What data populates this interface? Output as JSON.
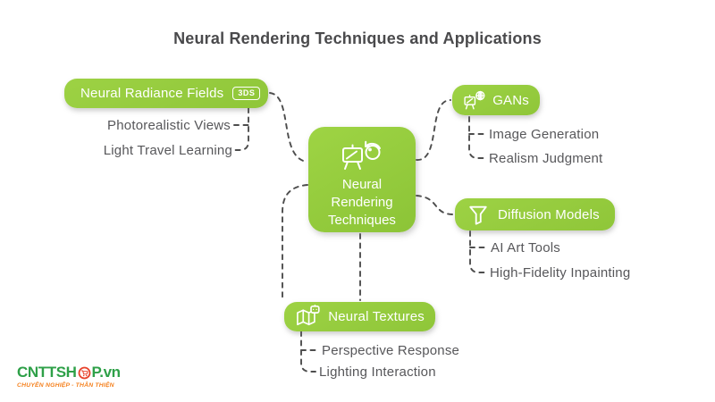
{
  "title": "Neural Rendering Techniques and Applications",
  "center": {
    "label": "Neural Rendering Techniques",
    "icon": "easel-palette-refresh-icon"
  },
  "branches": [
    {
      "id": "neural-radiance-fields",
      "label": "Neural Radiance Fields",
      "badge": "3DS",
      "icon": "3ds-badge-icon",
      "children": [
        "Photorealistic Views",
        "Light Travel Learning"
      ]
    },
    {
      "id": "gans",
      "label": "GANs",
      "icon": "easel-globe-icon",
      "children": [
        "Image Generation",
        "Realism Judgment"
      ]
    },
    {
      "id": "diffusion-models",
      "label": "Diffusion Models",
      "icon": "funnel-icon",
      "children": [
        "AI Art Tools",
        "High-Fidelity Inpainting"
      ]
    },
    {
      "id": "neural-textures",
      "label": "Neural Textures",
      "icon": "map-robot-icon",
      "children": [
        "Perspective Response",
        "Lighting Interaction"
      ]
    }
  ],
  "logo": {
    "name_prefix": "CNTTSH",
    "name_suffix": "P.vn",
    "o_icon": "shopping-cart-circle-icon",
    "tagline": "CHUYÊN NGHIỆP - THÂN THIỆN"
  },
  "colors": {
    "node_green": "#96C93D",
    "node_green_light": "#9DD244",
    "node_green_dark": "#8CC437",
    "connector_gray": "#4D4D4D",
    "title_gray": "#4A4A4C",
    "child_text_gray": "#57575A",
    "logo_green": "#2EA048",
    "logo_orange": "#F58220",
    "logo_red": "#E8432C"
  }
}
